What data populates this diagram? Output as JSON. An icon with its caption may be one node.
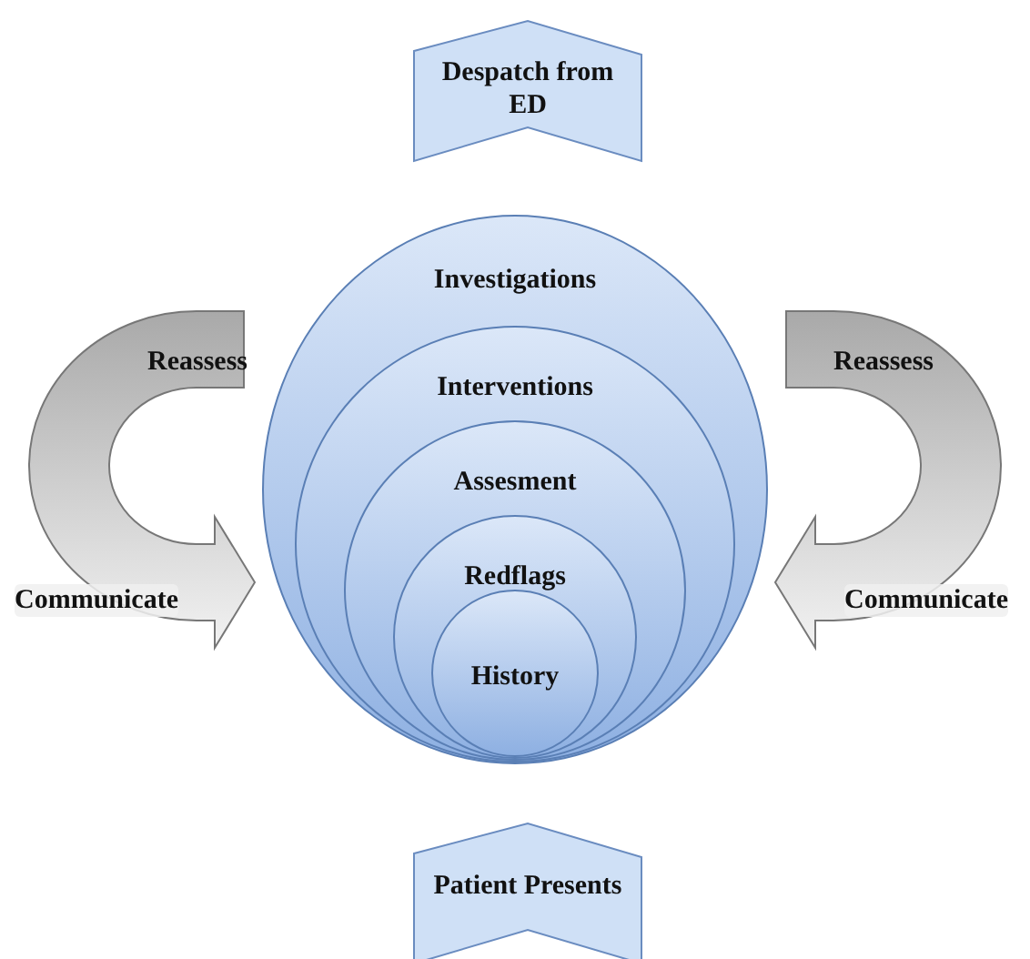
{
  "diagram": {
    "nodes": [
      {
        "text": [
          "Despatch from ED"
        ]
      },
      {
        "text": [
          "Reassess",
          "Communicate"
        ]
      },
      {
        "text": [
          "Investigations"
        ]
      },
      {
        "text": [
          "Interventions"
        ],
        "in": 2
      },
      {
        "text": [
          "Assesment"
        ],
        "in": 3
      },
      {
        "text": [
          "Redflags"
        ],
        "in": 4
      },
      {
        "text": [
          "History"
        ],
        "in": 5
      },
      {
        "text": [
          "Reassess",
          "Communicate"
        ]
      },
      {
        "text": [
          "Patient Presents"
        ]
      }
    ]
  }
}
